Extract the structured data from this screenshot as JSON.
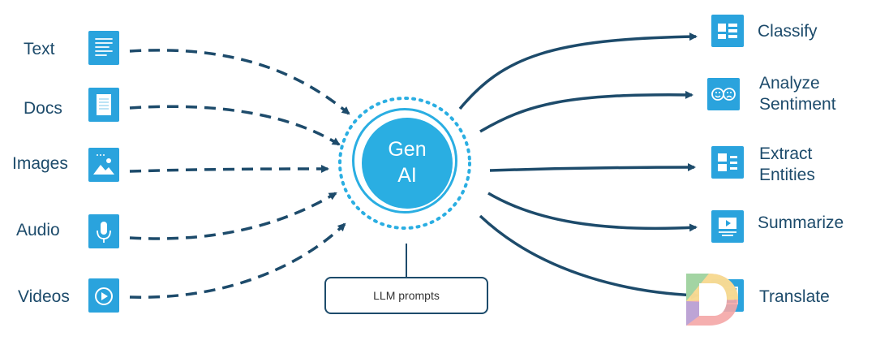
{
  "inputs": [
    {
      "label": "Text",
      "icon": "text-document-icon"
    },
    {
      "label": "Docs",
      "icon": "docs-icon"
    },
    {
      "label": "Images",
      "icon": "image-icon"
    },
    {
      "label": "Audio",
      "icon": "microphone-icon"
    },
    {
      "label": "Videos",
      "icon": "video-play-icon"
    }
  ],
  "core": {
    "line1": "Gen",
    "line2": "AI"
  },
  "prompt_box": {
    "label": "LLM prompts"
  },
  "outputs": [
    {
      "line1": "Classify",
      "line2": "",
      "icon": "classify-icon"
    },
    {
      "line1": "Analyze",
      "line2": "Sentiment",
      "icon": "sentiment-faces-icon"
    },
    {
      "line1": "Extract",
      "line2": "Entities",
      "icon": "extract-entities-icon"
    },
    {
      "line1": "Summarize",
      "line2": "",
      "icon": "summary-presentation-icon"
    },
    {
      "line1": "Translate",
      "line2": "",
      "icon": "translate-icon"
    }
  ],
  "colors": {
    "accent": "#2aaee2",
    "line": "#1d4b6b",
    "text": "#1d4b6b"
  }
}
